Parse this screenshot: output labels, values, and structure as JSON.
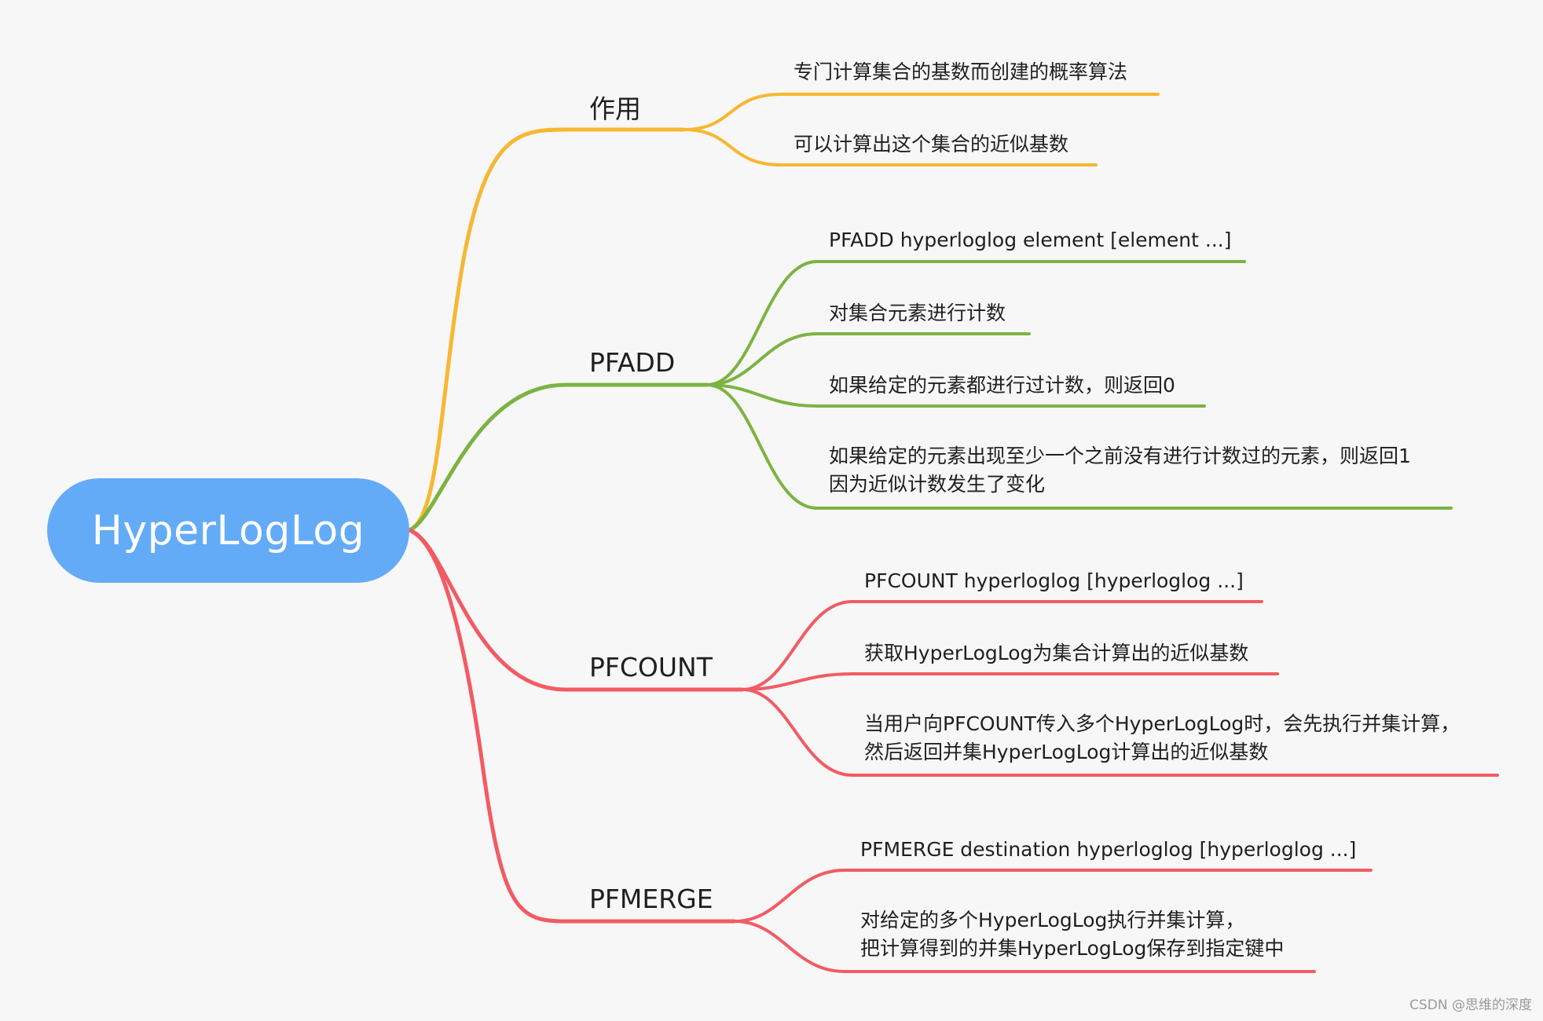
{
  "root": {
    "label": "HyperLogLog"
  },
  "colors": {
    "root_fill": "#64abf7",
    "branch_yellow": "#f7b731",
    "branch_green": "#7cb342",
    "branch_red": "#f25b63"
  },
  "branches": [
    {
      "label": "作用",
      "color": "#f7b731",
      "leaves": [
        {
          "lines": [
            "专门计算集合的基数而创建的概率算法"
          ]
        },
        {
          "lines": [
            "可以计算出这个集合的近似基数"
          ]
        }
      ]
    },
    {
      "label": "PFADD",
      "color": "#7cb342",
      "leaves": [
        {
          "lines": [
            "PFADD hyperloglog element [element ...]"
          ]
        },
        {
          "lines": [
            "对集合元素进行计数"
          ]
        },
        {
          "lines": [
            "如果给定的元素都进行过计数，则返回0"
          ]
        },
        {
          "lines": [
            "如果给定的元素出现至少一个之前没有进行计数过的元素，则返回1",
            "因为近似计数发生了变化"
          ]
        }
      ]
    },
    {
      "label": "PFCOUNT",
      "color": "#f25b63",
      "leaves": [
        {
          "lines": [
            "PFCOUNT hyperloglog [hyperloglog ...]"
          ]
        },
        {
          "lines": [
            "获取HyperLogLog为集合计算出的近似基数"
          ]
        },
        {
          "lines": [
            "当用户向PFCOUNT传入多个HyperLogLog时，会先执行并集计算，",
            "然后返回并集HyperLogLog计算出的近似基数"
          ]
        }
      ]
    },
    {
      "label": "PFMERGE",
      "color": "#f25b63",
      "leaves": [
        {
          "lines": [
            "PFMERGE destination hyperloglog [hyperloglog ...]"
          ]
        },
        {
          "lines": [
            "对给定的多个HyperLogLog执行并集计算，",
            "把计算得到的并集HyperLogLog保存到指定键中"
          ]
        }
      ]
    }
  ],
  "watermark": "CSDN @思维的深度"
}
